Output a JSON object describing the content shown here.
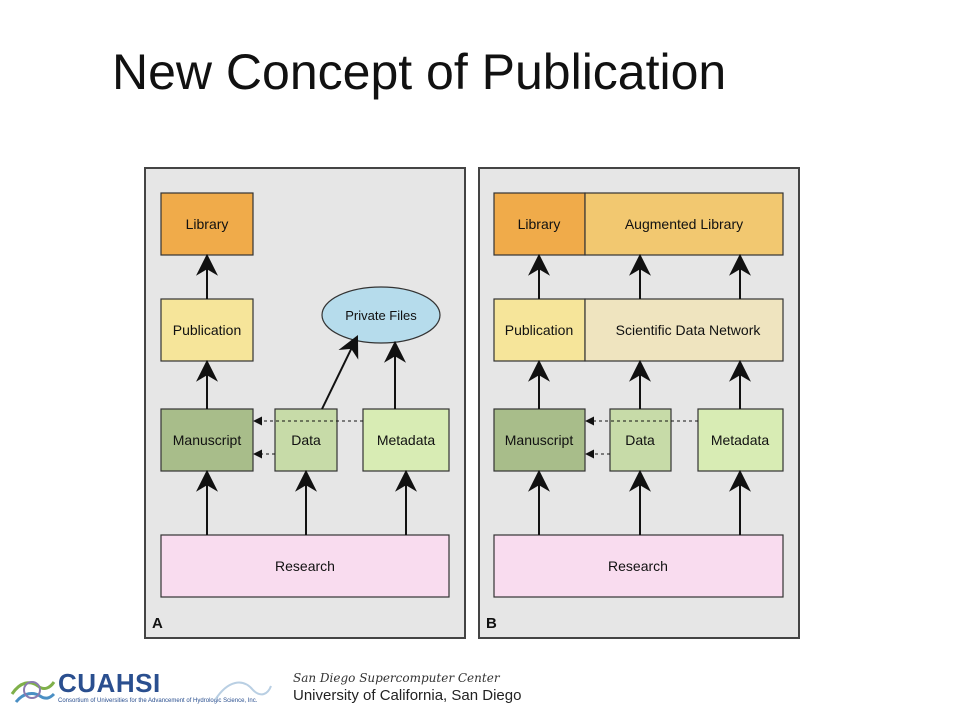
{
  "title": "New Concept of Publication",
  "panels": {
    "a": {
      "letter": "A",
      "library": "Library",
      "publication": "Publication",
      "private_files": "Private Files",
      "manuscript": "Manuscript",
      "data": "Data",
      "metadata": "Metadata",
      "research": "Research"
    },
    "b": {
      "letter": "B",
      "library": "Library",
      "augmented_library": "Augmented Library",
      "publication": "Publication",
      "scientific_data_network": "Scientific Data Network",
      "manuscript": "Manuscript",
      "data": "Data",
      "metadata": "Metadata",
      "research": "Research"
    }
  },
  "colors": {
    "panel_bg": "#e6e6e6",
    "library": "#f0ab4a",
    "augmented_library": "#f2c870",
    "publication": "#f6e59a",
    "scientific_data_network": "#efe4bf",
    "manuscript": "#a8bd8a",
    "data": "#c7dba8",
    "metadata": "#d8ecb4",
    "research": "#f9dcef",
    "private_files": "#b6dcec"
  },
  "footer": {
    "cuahsi": "CUAHSI",
    "cuahsi_subtitle": "Consortium of Universities for the Advancement of Hydrologic Science, Inc.",
    "sdsc_name": "San Diego Supercomputer Center",
    "university": "University of California, San Diego"
  }
}
